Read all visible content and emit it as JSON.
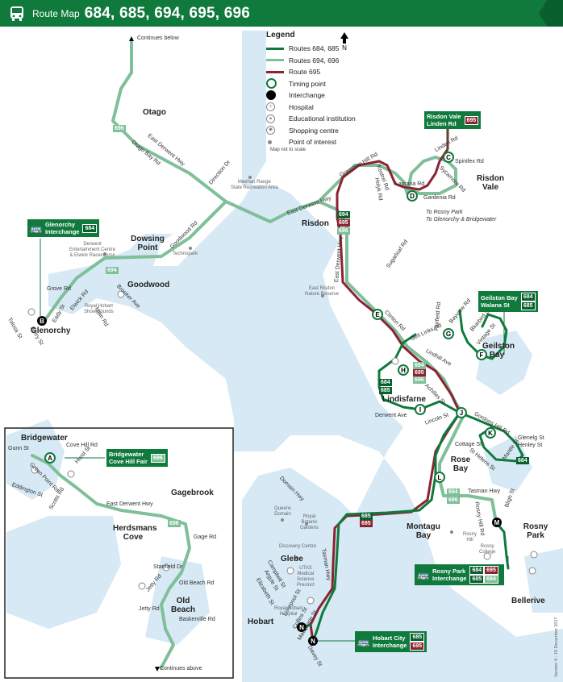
{
  "header": {
    "label": "Route Map",
    "routes": "684, 685, 694, 695, 696"
  },
  "colors": {
    "dark_green": "#0f7a3c",
    "light_green": "#7fbf99",
    "maroon": "#8b2332",
    "water": "#d6e9f5"
  },
  "legend": {
    "title": "Legend",
    "items": [
      {
        "label": "Routes 684, 685",
        "symbol": "dark-green-line"
      },
      {
        "label": "Routes 694, 696",
        "symbol": "light-green-line"
      },
      {
        "label": "Route 695",
        "symbol": "maroon-line"
      },
      {
        "label": "Timing point",
        "symbol": "timing-point-circle"
      },
      {
        "label": "Interchange",
        "symbol": "interchange-dot"
      },
      {
        "label": "Hospital",
        "symbol": "hospital-icon"
      },
      {
        "label": "Educational institution",
        "symbol": "education-icon"
      },
      {
        "label": "Shopping centre",
        "symbol": "shopping-icon"
      },
      {
        "label": "Point of interest",
        "symbol": "poi-dot"
      }
    ],
    "note": "Map not to scale",
    "north": "N"
  },
  "suburbs": {
    "otago": "Otago",
    "dowsing_point": "Dowsing Point",
    "goodwood": "Goodwood",
    "glenorchy": "Glenorchy",
    "risdon": "Risdon",
    "risdon_vale": "Risdon Vale",
    "geilston_bay": "Geilston Bay",
    "lindisfarne": "Lindisfarne",
    "rose_bay": "Rose Bay",
    "montagu_bay": "Montagu Bay",
    "rosny_park": "Rosny Park",
    "glebe": "Glebe",
    "hobart": "Hobart",
    "bellerive": "Bellerive",
    "bridgewater": "Bridgewater",
    "gagebrook": "Gagebrook",
    "herdsmans_cove": "Herdsmans Cove",
    "old_beach": "Old Beach"
  },
  "streets": {
    "continues_below": "Continues below",
    "continues_above": "Continues above",
    "east_derwent_hwy": "East Derwent Hwy",
    "otago_bay_rd": "Otago Bay Rd",
    "direction_dr": "Direction Dr",
    "goodwood_rd": "Goodwood Rd",
    "grove_rd": "Grove Rd",
    "elwick_rd": "Elwick Rd",
    "brooker_ave": "Brooker Ave",
    "main_rd": "Main Rd",
    "tolosa_st": "Tolosa St",
    "barry_st": "Barry St",
    "eady_st": "Eady St",
    "hill_rd": "Hill Rd",
    "grasstree_hill_rd": "Grasstree Hill Rd",
    "kestrel_rd": "Kestrel Rd",
    "lantana_rd": "Lantana Rd",
    "holyk_rd": "Holyk Rd",
    "gardenia_rd": "Gardenia Rd",
    "sycamore_rd": "Sycamore Rd",
    "linden_rd": "Linden Rd",
    "spinifex_rd": "Spinifex Rd",
    "to_rosny_park": "To Rosny Park",
    "to_glenorchy": "To Glenorchy & Bridgewater",
    "sugarloaf_rd": "Sugarloaf Rd",
    "clinton_rd": "Clinton Rd",
    "geilston_links_rd": "Geil Links Rd",
    "lincoln_ave": "Lindhill Ave",
    "fairfield_rd": "Fairfield Rd",
    "bayview_rd": "Bayview Rd",
    "bluebird_st": "Bluebird St",
    "vintage_st": "Vintage St",
    "achilles_st": "Achilles St",
    "derwent_ave": "Derwent Ave",
    "lincoln_st": "Lincoln St",
    "gordons_hill_rd": "Gordons Hill Rd",
    "glenelg_st": "Glenelg St",
    "henley_st": "Henley St",
    "mantle_st": "Mantle St",
    "st_helens_st": "St Helens St",
    "cottage_st": "Cottage St",
    "tasman_hwy": "Tasman Hwy",
    "rosny_hill_rd": "Rosny Hill Rd",
    "bligh_st": "Bligh St",
    "domain_hwy": "Domain Hwy",
    "campbell_st": "Campbell St",
    "argyle_st": "Argyle St",
    "elizabeth_st": "Elizabeth St",
    "liverpool_st": "Liverpool St",
    "collins_st": "Collins St",
    "macquarie_st": "Macquarie St",
    "davey_st": "Davey St",
    "gunn_st": "Gunn St",
    "cove_hill_rd": "Cove Hill Rd",
    "green_point_rd": "Green Point Rd",
    "hurst_st": "Hurst St",
    "eddington_st": "Eddington St",
    "scotts_rd": "Scotts Rd",
    "gage_rd": "Gage Rd",
    "stanfield_dr": "Stanfield Dr",
    "old_beach_rd": "Old Beach Rd",
    "jetty_rd": "Jetty Rd",
    "baskerville_rd": "Baskerville Rd"
  },
  "pois": {
    "meehan_range": "Meehan Range\nState Recreation Area",
    "derwent_ent": "Derwent\nEntertainment Centre\n& Elwick Racecourse",
    "technopark": "Technopark",
    "royal_hobart_showgrounds": "Royal Hobart\nShowgrounds",
    "east_risdon": "East Risdon\nNature Reserve",
    "queens_domain": "Queens\nDomain",
    "royal_botanic": "Royal\nBotanic\nGardens",
    "discovery_centre": "Discovery Centre",
    "utas": "UTAS\nMedical\nScience\nPrecinct",
    "royal_hobart_hospital": "Royal Hobart\nHospital",
    "rosny_hill": "Rosny\nHill",
    "rosny_college": "Rosny\nCollege"
  },
  "interchanges": {
    "glenorchy": {
      "name": "Glenorchy\nInterchange",
      "routes": [
        "684"
      ]
    },
    "risdon_vale": {
      "name": "Risdon Vale\nLinden Rd",
      "routes": [
        "695"
      ]
    },
    "geilston_bay": {
      "name": "Geilston Bay\nWalana St",
      "routes": [
        "684",
        "685"
      ]
    },
    "bridgewater": {
      "name": "Bridgewater\nCove Hill Fair",
      "routes": [
        "696"
      ]
    },
    "rosny_park": {
      "name": "Rosny Park\nInterchange",
      "routes": [
        "684",
        "695",
        "685",
        "694"
      ]
    },
    "hobart_city": {
      "name": "Hobart City\nInterchange",
      "routes": [
        "685",
        "695"
      ]
    }
  },
  "timing_points": [
    "A",
    "B",
    "C",
    "D",
    "E",
    "F",
    "G",
    "H",
    "I",
    "J",
    "K",
    "L",
    "M",
    "N"
  ],
  "route_chips": {
    "r694": "694",
    "r695": "695",
    "r696": "696",
    "r684": "684",
    "r685": "685"
  },
  "version": "Version 4 - 10 December 2017"
}
